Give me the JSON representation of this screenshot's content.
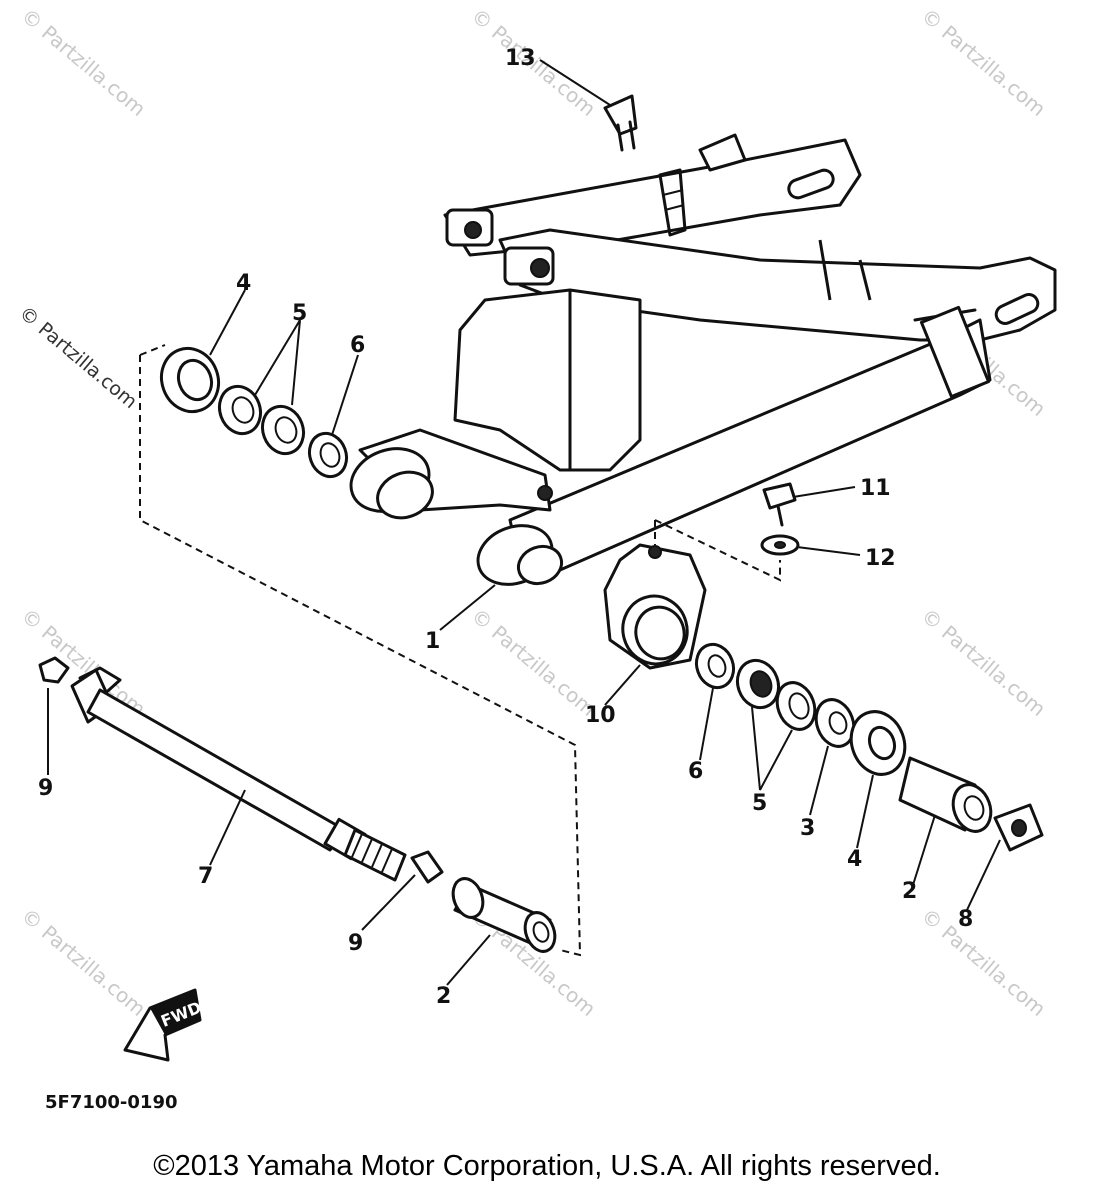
{
  "watermark": "© Partzilla.com",
  "diagram_code": "5F7100-0190",
  "fwd_label": "FWD",
  "copyright": "©2013  Yamaha Motor Corporation, U.S.A. All rights reserved.",
  "callouts": {
    "c1": "1",
    "c2a": "2",
    "c2b": "2",
    "c3": "3",
    "c4a": "4",
    "c4b": "4",
    "c5a": "5",
    "c5b": "5",
    "c6a": "6",
    "c6b": "6",
    "c7": "7",
    "c8": "8",
    "c9a": "9",
    "c9b": "9",
    "c10": "10",
    "c11": "11",
    "c12": "12",
    "c13": "13"
  }
}
